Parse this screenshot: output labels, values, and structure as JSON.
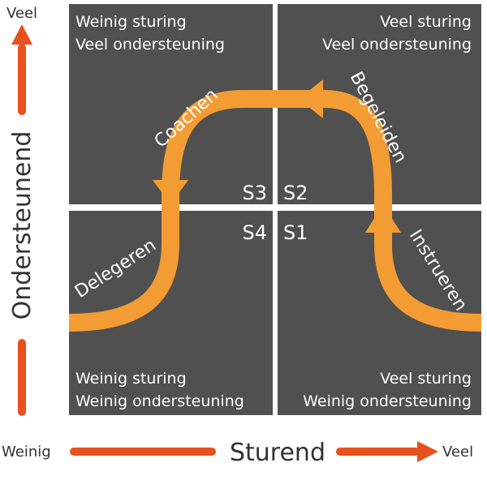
{
  "quadrants": {
    "top_left": {
      "line1": "Weinig sturing",
      "line2": "Veel ondersteuning"
    },
    "top_right": {
      "line1": "Veel sturing",
      "line2": "Veel ondersteuning"
    },
    "bottom_left": {
      "line1": "Weinig sturing",
      "line2": "Weinig ondersteuning"
    },
    "bottom_right": {
      "line1": "Veel sturing",
      "line2": "Weinig ondersteuning"
    }
  },
  "styles": {
    "s1": "S1",
    "s2": "S2",
    "s3": "S3",
    "s4": "S4"
  },
  "curve_labels": {
    "instrueren": "Instrueren",
    "begeleiden": "Begeleiden",
    "coachen": "Coachen",
    "delegeren": "Delegeren"
  },
  "axes": {
    "vertical": {
      "title": "Ondersteunend",
      "high": "Veel"
    },
    "horizontal": {
      "title": "Sturend",
      "low": "Weinig",
      "high": "Veel"
    }
  },
  "colors": {
    "quadrant": "#505050",
    "curve": "#f39c33",
    "arrow": "#e8511c",
    "text": "#ffffff"
  }
}
